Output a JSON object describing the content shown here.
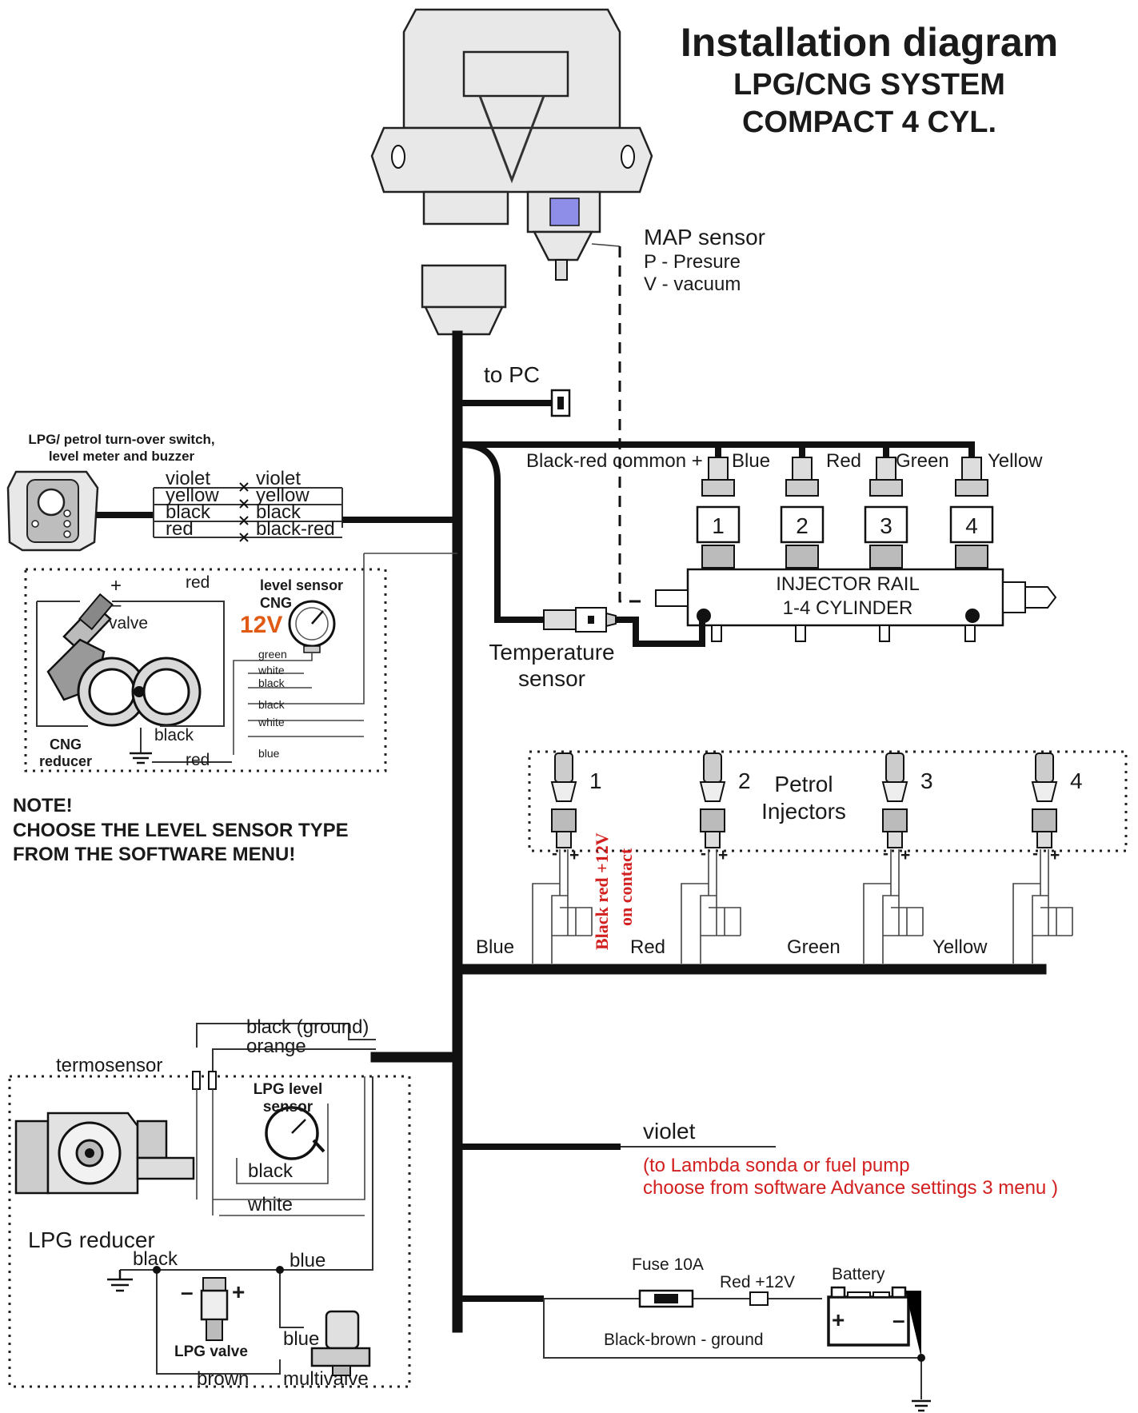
{
  "title": {
    "main": "Installation diagram",
    "line2": "LPG/CNG SYSTEM",
    "line3": "COMPACT 4 CYL."
  },
  "map_sensor": {
    "name": "MAP sensor",
    "p": "P - Presure",
    "v": "V - vacuum"
  },
  "to_pc": "to PC",
  "switch": {
    "title1": "LPG/ petrol turn-over switch,",
    "title2": "level meter and buzzer",
    "left_wires": [
      "violet",
      "yellow",
      "black",
      "red"
    ],
    "right_wires": [
      "violet",
      "yellow",
      "black",
      "black-red"
    ]
  },
  "cng": {
    "plus": "+",
    "minus": "–",
    "valve": "valve",
    "red_top": "red",
    "level_sensor": "level sensor",
    "cng": "CNG",
    "voltage": "12V",
    "wires": [
      "green",
      "white",
      "black",
      "black",
      "white",
      "blue"
    ],
    "black": "black",
    "red_bottom": "red",
    "reducer1": "CNG",
    "reducer2": "reducer"
  },
  "note": {
    "line1": "NOTE!",
    "line2": "CHOOSE THE LEVEL SENSOR TYPE",
    "line3": "FROM THE SOFTWARE MENU!"
  },
  "injector_rail": {
    "common": "Black-red common +",
    "wires": [
      "Blue",
      "Red",
      "Green",
      "Yellow"
    ],
    "numbers": [
      "1",
      "2",
      "3",
      "4"
    ],
    "label1": "INJECTOR RAIL",
    "label2": "1-4 CYLINDER"
  },
  "temperature_sensor": {
    "line1": "Temperature",
    "line2": "sensor"
  },
  "petrol_injectors": {
    "numbers": [
      "1",
      "2",
      "3",
      "4"
    ],
    "label1": "Petrol",
    "label2": "Injectors",
    "wires": [
      "Blue",
      "Red",
      "Green",
      "Yellow"
    ],
    "note1": "Black red +12V",
    "note2": "on contact",
    "plus": "+",
    "minus": "-"
  },
  "lpg_reducer": {
    "black_ground": "black (ground)",
    "orange": "orange",
    "termosensor": "termosensor",
    "level_sensor1": "LPG level",
    "level_sensor2": "sensor",
    "black": "black",
    "white": "white",
    "name": "LPG reducer",
    "black2": "black",
    "blue": "blue",
    "valve": "LPG valve",
    "blue2": "blue",
    "brown": "brown",
    "multivalve": "multivalve",
    "minus": "–",
    "plus": "+"
  },
  "violet_out": {
    "wire": "violet",
    "note1": "(to Lambda sonda or fuel pump",
    "note2": "choose from software Advance settings 3 menu )"
  },
  "power": {
    "fuse": "Fuse 10A",
    "red12": "Red +12V",
    "battery": "Battery",
    "ground": "Black-brown - ground",
    "plus": "+",
    "minus": "–"
  }
}
